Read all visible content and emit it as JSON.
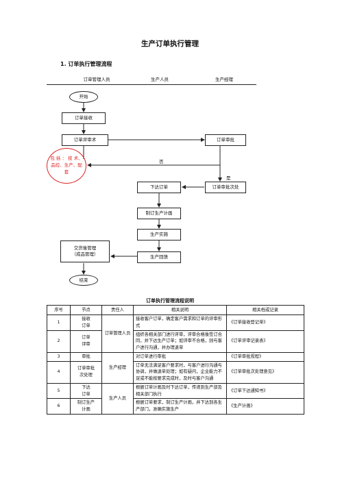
{
  "document": {
    "title": "生产订单执行管理",
    "section_heading": "1. 订单执行管理流程"
  },
  "flowchart": {
    "lanes": [
      "订单管理人员",
      "生产人员",
      "生产经理"
    ],
    "nodes": {
      "start": "开始",
      "order_receive": "订单接收",
      "order_review": "订单评审术",
      "order_approve": "订单审批",
      "issue_order": "下达订单",
      "approve_handle": "订单审批次处",
      "make_plan": "制订生产计画",
      "production": "生产实施",
      "feedback": "生产回馈",
      "delivery": "交货後管理\n（成品管理）",
      "end": "结束"
    },
    "note": "包 括 ： 技 术、品控、生产、配套",
    "edge_labels": {
      "no": "否",
      "yes": "是"
    }
  },
  "table": {
    "caption": "订单执行管理流程说明",
    "headers": [
      "序号",
      "节点",
      "责任人",
      "相关说明",
      "相关档或记录"
    ],
    "rows": [
      {
        "no": "1",
        "node": "接收\n订单",
        "desc": "接收客户订单，确定客户需求和订单的评审形式",
        "doc": "《订单接收登记单》"
      },
      {
        "no": "2",
        "node": "订单\n评审",
        "desc": "组织各相关部门进行评审，评审合格後签订合同，并下达生产订单；如评审不合格，则与客户进行沟通，并办理退单",
        "doc": "《订单评审记录表》"
      },
      {
        "no": "3",
        "node": "审批",
        "desc": "对订单进行审批",
        "doc": "《订单审批规程》"
      },
      {
        "no": "4",
        "node": "订单审批\n次处理",
        "desc": "订单无法满足客户要求时，与客户进行沟通与协调，并做退单处理；如有疑问，企业能力不足或不能按要求完成时，及时与客户沟通",
        "doc": "《订单审批次处理意见》"
      },
      {
        "no": "5",
        "node": "下达\n订单",
        "desc": "根据订单计画及时下达订单，传递到生产部及相关部门执行",
        "doc": "《订单下达通知书》"
      },
      {
        "no": "6",
        "node": "制订生产\n计画",
        "desc": "根据订单要求，制订生产计画，并下达到各生产部门，准确实施生产",
        "doc": "《生产计画》"
      }
    ],
    "responsible": {
      "group1": "订单管理人员",
      "group2": "生产经理",
      "group3": "生产人员"
    }
  }
}
